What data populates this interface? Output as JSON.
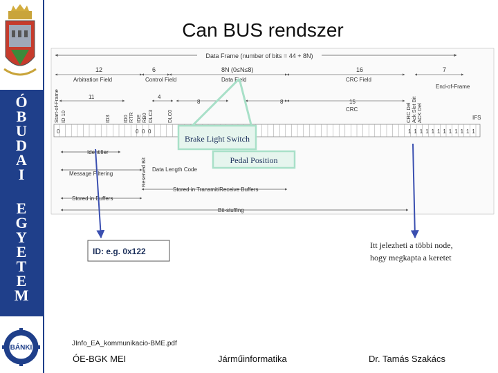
{
  "slide": {
    "title": "Can BUS rendszer",
    "source": "JInfo_EA_kommunikacio-BME.pdf"
  },
  "sidebar": {
    "letters_top": [
      "Ó",
      "B",
      "U",
      "D",
      "A",
      "I"
    ],
    "letters_bottom": [
      "E",
      "G",
      "Y",
      "E",
      "T",
      "E",
      "M"
    ],
    "banki_text": "BÁNKI"
  },
  "footer": {
    "left": "ÓE-BGK MEI",
    "center": "Járműinformatika",
    "right": "Dr. Tamás Szakács"
  },
  "diagram": {
    "frame_label": "Data Frame (number of bits = 44 + 8N)",
    "field_counts": [
      "12",
      "6",
      "8N (0≤N≤8)",
      "16",
      "7"
    ],
    "field_names": [
      "Arbitration Field",
      "Control Field",
      "Data Field",
      "CRC Field",
      "End-of-Frame"
    ],
    "sub_counts": [
      "11",
      "4",
      "8",
      "8",
      "15"
    ],
    "sof_label": "Start-of-Frame",
    "bit_labels": [
      "ID 10",
      "ID3",
      "ID0",
      "RTR",
      "IDE",
      "RB0",
      "DLC3",
      "DLC0",
      "CRC Del",
      "Ack Slot Bit",
      "ACK Del"
    ],
    "crc_label": "CRC",
    "ifs_label": "IFS",
    "zeros": [
      "0",
      "0",
      "0",
      "0"
    ],
    "ones": [
      "1",
      "1",
      "1",
      "1",
      "1",
      "1",
      "1",
      "1",
      "1",
      "1",
      "1",
      "1"
    ],
    "brake_label": "Brake Light Switch",
    "pedal_label": "Pedal Position",
    "identifier_label": "Identifier",
    "message_filtering": "Message Filtering",
    "stored_in_buffers": "Stored in Buffers",
    "reserved_bit": "Reserved Bit",
    "data_length_code": "Data Length Code",
    "stored_trx": "Stored in Transmit/Receive Buffers",
    "bit_stuffing": "Bit-stuffing",
    "id_example": "ID: e.g. 0x122",
    "ack_note": "Itt jelezheti a többi node, hogy megkapta a keretet",
    "colors": {
      "accent_green": "#a8e0c8",
      "label_box": "#e6f5ee",
      "arrow_blue": "#3a4fb0",
      "sidebar": "#1f3f8a"
    }
  }
}
